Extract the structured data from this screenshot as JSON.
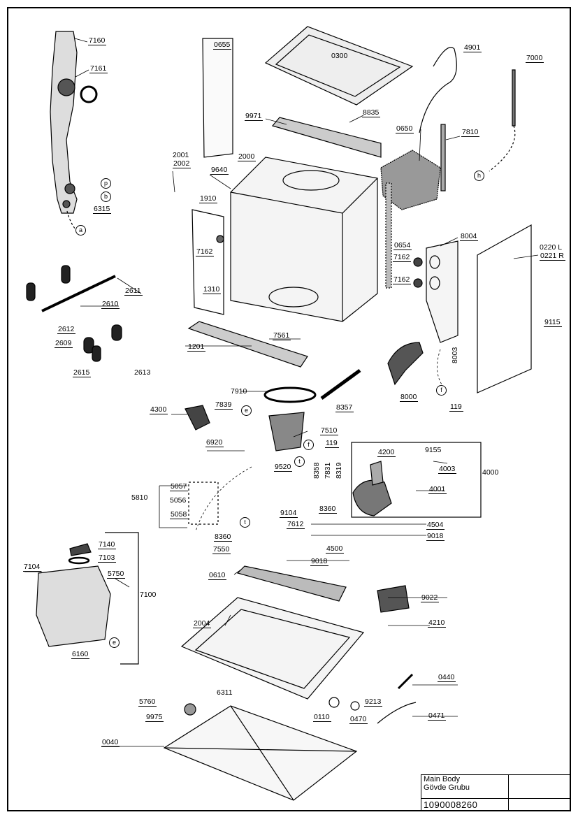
{
  "parts": {
    "p7160": "7160",
    "p7161": "7161",
    "p6315": "6315",
    "p0655": "0655",
    "p0300": "0300",
    "p4901": "4901",
    "p7000": "7000",
    "p9971": "9971",
    "p8835": "8835",
    "p0650": "0650",
    "p7810": "7810",
    "p2001": "2001",
    "p2002": "2002",
    "p2000": "2000",
    "p9640": "9640",
    "p1910": "1910",
    "p7162a": "7162",
    "p7162b": "7162",
    "p7162c": "7162",
    "p0654": "0654",
    "p8004": "8004",
    "p0220": "0220 L",
    "p0221": "0221 R",
    "p1310": "1310",
    "p2611": "2611",
    "p2610": "2610",
    "p2612": "2612",
    "p2609": "2609",
    "p2615": "2615",
    "p2613": "2613",
    "p1201": "1201",
    "p7561": "7561",
    "p9115": "9115",
    "p8003": "8003",
    "p8000": "8000",
    "p119a": "119",
    "p119b": "119",
    "p7910": "7910",
    "p4300": "4300",
    "p7839": "7839",
    "p8357": "8357",
    "p7510": "7510",
    "p6920": "6920",
    "p9520": "9520",
    "p8358": "8358",
    "p7831": "7831",
    "p8319": "8319",
    "p4200": "4200",
    "p9155": "9155",
    "p4003": "4003",
    "p4001": "4001",
    "p4000": "4000",
    "p5810": "5810",
    "p5057": "5057",
    "p5056": "5056",
    "p5058": "5058",
    "p9104": "9104",
    "p8360a": "8360",
    "p8360b": "8360",
    "p7612": "7612",
    "p4504": "4504",
    "p9018a": "9018",
    "p9018b": "9018",
    "p4500": "4500",
    "p7550": "7550",
    "p7140": "7140",
    "p7103": "7103",
    "p7104": "7104",
    "p5750": "5750",
    "p7100": "7100",
    "p6160": "6160",
    "p0610": "0610",
    "p9022": "9022",
    "p2004": "2004",
    "p4210": "4210",
    "p0440": "0440",
    "p6311": "6311",
    "p5760": "5760",
    "p9975": "9975",
    "p9213": "9213",
    "p0110": "0110",
    "p0470": "0470",
    "p0471": "0471",
    "p0040": "0040"
  },
  "refs": {
    "r_a": "a",
    "r_p": "p",
    "r_b": "b",
    "r_h": "h",
    "r_e1": "e",
    "r_e2": "e",
    "r_f1": "f",
    "r_f2": "f",
    "r_t1": "t",
    "r_t2": "t"
  },
  "title_block": {
    "name_en": "Main Body",
    "name_tr": "Gövde Grubu",
    "number": "1090008260"
  }
}
